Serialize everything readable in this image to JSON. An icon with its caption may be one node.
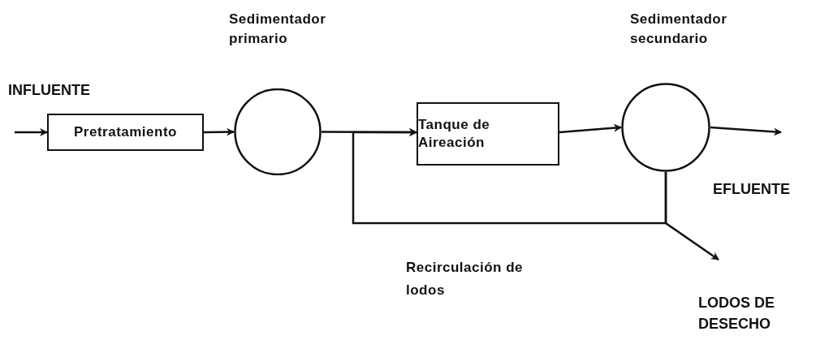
{
  "diagram": {
    "nodes": [
      {
        "text": [
          "Pretratamiento"
        ]
      },
      {
        "text": [],
        "shape": "circle",
        "beside": [
          "Sedimentador primario"
        ]
      },
      {
        "text": [
          "Tanque de Aireación"
        ]
      },
      {
        "text": [],
        "shape": "circle",
        "beside": [
          "Sedimentador secundario"
        ]
      }
    ],
    "edges": [
      {
        "from": null,
        "to": 0,
        "arrow": "to"
      },
      {
        "from": 0,
        "to": 1,
        "arrow": "to"
      },
      {
        "from": 1,
        "to": 2,
        "arrow": "to"
      },
      {
        "from": 2,
        "to": 3,
        "arrow": "to"
      },
      {
        "from": 3,
        "to": null,
        "arrow": "to"
      },
      {
        "from": 3,
        "to": 2,
        "arrow": "to",
        "label": "Recirculación de lodos"
      },
      {
        "from": 3,
        "to": null,
        "arrow": "to"
      }
    ],
    "labels": [
      "INFLUENTE",
      "EFLUENTE",
      "LODOS DE DESECHO"
    ]
  }
}
